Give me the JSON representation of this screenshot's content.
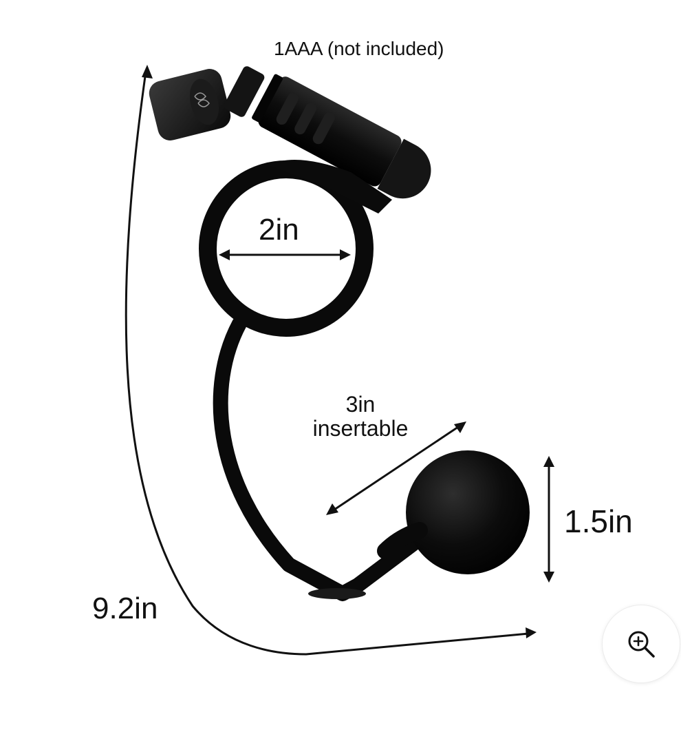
{
  "product_image": {
    "labels": {
      "battery": "1AAA (not included)",
      "ring_diameter": "2in",
      "insertable_value": "3in",
      "insertable_word": "insertable",
      "ball_diameter": "1.5in",
      "total_length": "9.2in"
    }
  },
  "controls": {
    "zoom_icon": "zoom-in-icon"
  },
  "colors": {
    "product": "#0a0a0a",
    "text": "#111111",
    "background": "#ffffff"
  }
}
